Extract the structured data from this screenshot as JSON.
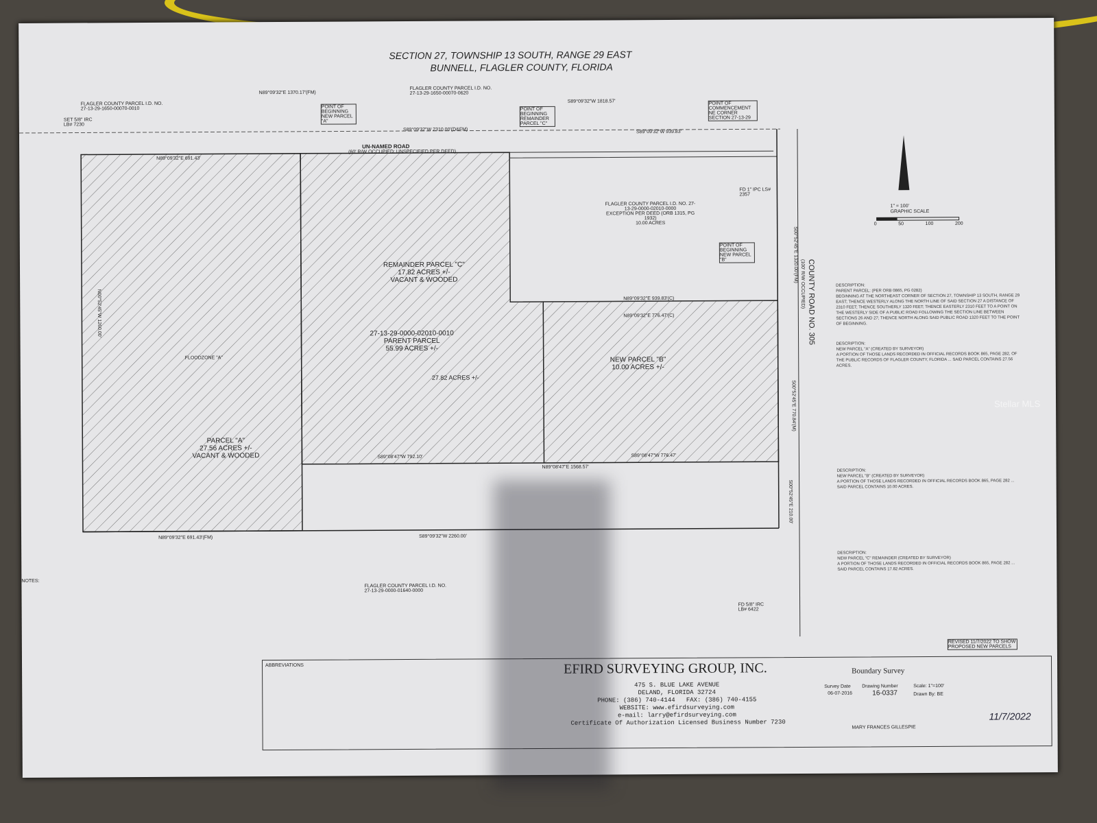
{
  "title": {
    "line1": "SECTION 27, TOWNSHIP 13 SOUTH, RANGE 29 EAST",
    "line2": "BUNNELL, FLAGLER COUNTY, FLORIDA"
  },
  "labels": {
    "road": "UN-NAMED ROAD",
    "road_sub": "(60' R/W OCCUPIED; UNSPECIFIED PER DEED)",
    "county_road": "COUNTY ROAD NO. 305",
    "county_road_sub": "(100' R/W OCCUPIED)",
    "parcel_a": "PARCEL \"A\"",
    "parcel_a_acres": "27.56 ACRES +/-",
    "parcel_a_sub": "VACANT & WOODED",
    "parcel_c": "REMAINDER PARCEL \"C\"",
    "parcel_c_acres": "17.82 ACRES +/-",
    "parcel_c_sub": "VACANT & WOODED",
    "parent_id": "27-13-29-0000-02010-0010",
    "parent": "PARENT PARCEL",
    "parent_acres": "55.99 ACRES +/-",
    "acres_2782": "27.82 ACRES +/-",
    "parcel_b": "NEW PARCEL \"B\"",
    "parcel_b_acres": "10.00 ACRES +/-",
    "exception_id": "FLAGLER COUNTY PARCEL I.D. NO. 27-13-29-0000-02010-0000",
    "exception": "EXCEPTION PER DEED (ORB 1315, PG 1932)",
    "exception_acres": "10.00 ACRES",
    "floodzone": "FLOODZONE \"A\"",
    "pob_a": "POINT OF BEGINNING NEW PARCEL \"A\"",
    "pob_c": "POINT OF BEGINNING REMAINDER PARCEL \"C\"",
    "pob_b": "POINT OF BEGINNING NEW PARCEL \"B\"",
    "poc": "POINT OF COMMENCEMENT NE CORNER SECTION 27-13-29",
    "b1": "N89°09'32\"E 1370.17'(FM)",
    "b2": "S89°09'32\"W 2310.00'(D&FM)",
    "b3": "S89°09'32\"W 1818.57'",
    "b4": "S89°09'32\"W 939.83'",
    "b5": "N89°09'32\"E 691.43'",
    "b6": "S89°09'32\"W 2260.00'",
    "b7": "N89°09'32\"E 691.43'(FM)",
    "b8": "N89°08'47\"E 1568.57'",
    "b9": "S89°08'47\"W 792.10'",
    "b10": "S89°08'47\"W 776.47'",
    "b11": "N89°09'32\"E 939.83'(C)",
    "b12": "N89°09'32\"E 776.47'(C)",
    "b13": "N00°52'45\"W 1260.00'",
    "b14": "S00°52'45\"E 1320.00'(FM)",
    "b15": "S00°52'45\"E 210.00'",
    "b16": "S00°52'45\"E 770.84'(M)",
    "flagler_left": "FLAGLER COUNTY PARCEL I.D. NO. 27-13-29-1650-00070-0010",
    "flagler_top": "FLAGLER COUNTY PARCEL I.D. NO. 27-13-29-1650-00070-0620",
    "flagler_bottom": "FLAGLER COUNTY PARCEL I.D. NO. 27-13-29-0000-01640-0000",
    "set_irc": "SET 5/8\" IRC LB# 7230",
    "fd_ipc": "FD 1\" IPC LS# 2357",
    "fd_irc": "FD 5/8\" IRC LB# 6422",
    "scale": "1\" = 100'",
    "graphic_scale": "GRAPHIC SCALE",
    "scale_ticks": [
      "0",
      "50",
      "100",
      "200"
    ],
    "notes": "NOTES:",
    "abbrev": "ABBREVIATIONS",
    "watermark": "Stellar MLS"
  },
  "descriptions": [
    {
      "head": "DESCRIPTION:",
      "title": "PARENT PARCEL: (PER ORB 0865, PG 0282)",
      "body": "BEGINNING AT THE NORTHEAST CORNER OF SECTION 27, TOWNSHIP 13 SOUTH, RANGE 29 EAST; THENCE WESTERLY ALONG THE NORTH LINE OF SAID SECTION 27 A DISTANCE OF 2310 FEET; THENCE SOUTHERLY 1320 FEET; THENCE EASTERLY 2310 FEET TO A POINT ON THE WESTERLY SIDE OF A PUBLIC ROAD FOLLOWING THE SECTION LINE BETWEEN SECTIONS 26 AND 27; THENCE NORTH ALONG SAID PUBLIC ROAD 1320 FEET TO THE POINT OF BEGINNING."
    },
    {
      "head": "DESCRIPTION:",
      "title": "NEW PARCEL \"A\" (CREATED BY SURVEYOR)",
      "body": "A PORTION OF THOSE LANDS RECORDED IN OFFICIAL RECORDS BOOK 865, PAGE 282, OF THE PUBLIC RECORDS OF FLAGLER COUNTY, FLORIDA ... SAID PARCEL CONTAINS 27.56 ACRES."
    },
    {
      "head": "DESCRIPTION:",
      "title": "NEW PARCEL \"B\" (CREATED BY SURVEYOR)",
      "body": "A PORTION OF THOSE LANDS RECORDED IN OFFICIAL RECORDS BOOK 865, PAGE 282 ... SAID PARCEL CONTAINS 10.00 ACRES."
    },
    {
      "head": "DESCRIPTION:",
      "title": "NEW PARCEL \"C\" REMAINDER (CREATED BY SURVEYOR)",
      "body": "A PORTION OF THOSE LANDS RECORDED IN OFFICIAL RECORDS BOOK 865, PAGE 282 ... SAID PARCEL CONTAINS 17.82 ACRES."
    }
  ],
  "title_block": {
    "company": "EFIRD SURVEYING GROUP, INC.",
    "address": "475 S. BLUE LAKE AVENUE",
    "city": "DELAND, FLORIDA 32724",
    "phone": "PHONE: (386) 740-4144",
    "fax": "FAX: (386) 740-4155",
    "website": "WEBSITE: www.efirdsurveying.com",
    "email": "e-mail: larry@efirdsurveying.com",
    "cert": "Certificate Of Authorization Licensed Business Number 7230",
    "survey_type": "Boundary Survey",
    "date_label": "Survey Date",
    "date": "06-07-2016",
    "drawing_label": "Drawing Number",
    "drawing": "16-0337",
    "scale_label": "Scale:",
    "scale": "1\"=100'",
    "drawn_label": "Drawn By:",
    "drawn": "BE",
    "client": "MARY FRANCES GILLESPIE",
    "revised": "REVISED 11/7/2022 TO SHOW PROPOSED NEW PARCELS",
    "signature_date": "11/7/2022"
  }
}
